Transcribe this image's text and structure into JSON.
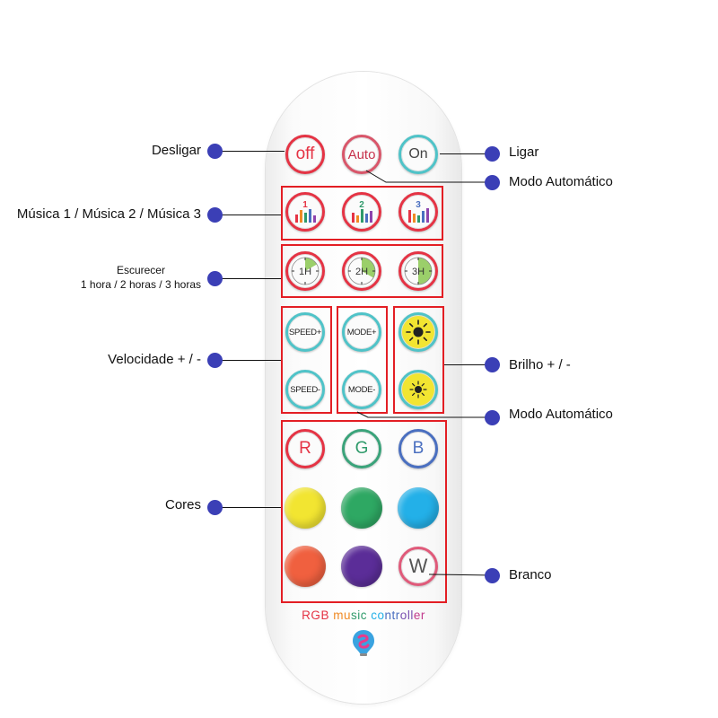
{
  "remote": {
    "buttons": {
      "off": "off",
      "auto": "Auto",
      "on": "On",
      "music": [
        "1",
        "2",
        "3"
      ],
      "timers": [
        "1H",
        "2H",
        "3H"
      ],
      "speed_plus": "SPEED+",
      "speed_minus": "SPEED-",
      "mode_plus": "MODE+",
      "mode_minus": "MODE-",
      "red": "R",
      "green": "G",
      "blue": "B",
      "white": "W"
    },
    "brand": "RGB music controller",
    "colors": {
      "red_label": "#e53344",
      "green_label": "#2e9a6a",
      "blue_label": "#4a6fc0",
      "yellow": "#f2e531",
      "green": "#2ea863",
      "cyan": "#23b0e8",
      "orange": "#f0603f",
      "purple": "#5b2d98",
      "highlight_box": "#e31e24",
      "marker": "#3b3fb6"
    }
  },
  "callouts": {
    "desligar": "Desligar",
    "ligar": "Ligar",
    "modo_automatico_1": "Modo Automático",
    "musica": "Música 1 / Música 2 / Música 3",
    "escurecer_line1": "Escurecer",
    "escurecer_line2": "1 hora / 2 horas / 3 horas",
    "velocidade": "Velocidade + / -",
    "brilho": "Brilho + / -",
    "modo_automatico_2": "Modo Automático",
    "cores": "Cores",
    "branco": "Branco"
  }
}
